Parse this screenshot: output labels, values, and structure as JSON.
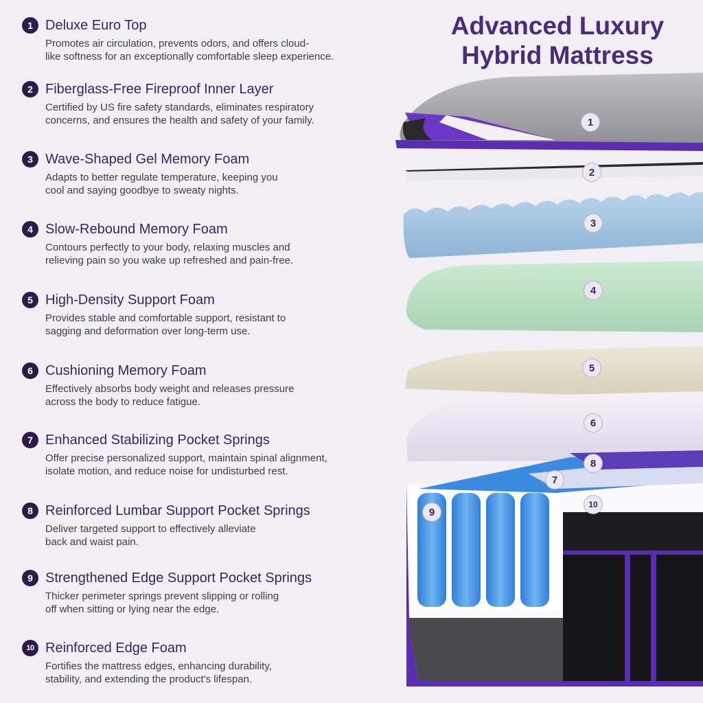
{
  "title": {
    "line1": "Advanced Luxury",
    "line2": "Hybrid Mattress"
  },
  "colors": {
    "background": "#f1eff4",
    "title": "#4b2b7c",
    "badge": "#2c1b48",
    "accent_purple": "#5a2db0",
    "gel_blue": "#a9c7e2",
    "memory_green": "#bfe0c8",
    "support_beige": "#e7e2cf",
    "spring_blue": "#3d8fe0"
  },
  "features": [
    {
      "number": "1",
      "title": "Deluxe Euro Top",
      "description": "Promotes air circulation, prevents odors, and offers cloud-\nlike softness for an exceptionally comfortable sleep experience."
    },
    {
      "number": "2",
      "title": "Fiberglass-Free Fireproof Inner Layer",
      "description": "Certified by US fire safety standards, eliminates respiratory\nconcerns, and ensures the health and safety of your family."
    },
    {
      "number": "3",
      "title": "Wave-Shaped Gel Memory Foam",
      "description": "Adapts to better regulate temperature, keeping you\ncool and saying goodbye to sweaty nights."
    },
    {
      "number": "4",
      "title": "Slow-Rebound Memory Foam",
      "description": "Contours perfectly to your body, relaxing muscles and\nrelieving pain so you wake up refreshed and pain-free."
    },
    {
      "number": "5",
      "title": "High-Density Support Foam",
      "description": "Provides stable and comfortable support, resistant to\nsagging and deformation over long-term use."
    },
    {
      "number": "6",
      "title": "Cushioning Memory Foam",
      "description": "Effectively absorbs body weight and releases pressure\nacross the body to reduce fatigue."
    },
    {
      "number": "7",
      "title": "Enhanced Stabilizing Pocket Springs",
      "description": "Offer precise personalized support, maintain spinal alignment,\nisolate motion, and reduce noise for undisturbed rest."
    },
    {
      "number": "8",
      "title": "Reinforced Lumbar Support Pocket Springs",
      "description": "Deliver targeted support to effectively alleviate\nback and waist pain."
    },
    {
      "number": "9",
      "title": "Strengthened Edge Support Pocket Springs",
      "description": "Thicker perimeter springs prevent slipping or rolling\noff when sitting or lying near the edge."
    },
    {
      "number": "10",
      "title": "Reinforced Edge Foam",
      "description": "Fortifies the mattress edges, enhancing durability,\nstability, and extending the product's lifespan."
    }
  ],
  "markers": [
    "1",
    "2",
    "3",
    "4",
    "5",
    "6",
    "7",
    "8",
    "9",
    "10"
  ]
}
